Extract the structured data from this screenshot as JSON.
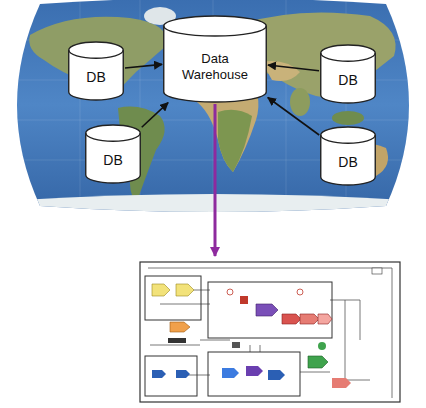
{
  "diagram": {
    "nodes": [
      {
        "text": [
          "Data Warehouse"
        ]
      },
      {
        "text": [
          "DB"
        ]
      },
      {
        "text": [
          "DB"
        ]
      },
      {
        "text": [
          "DB"
        ]
      },
      {
        "text": [
          "DB"
        ]
      }
    ],
    "edges": [
      {
        "from": 1,
        "to": 0,
        "arrow": "to"
      },
      {
        "from": 2,
        "to": 0,
        "arrow": "to"
      },
      {
        "from": 3,
        "to": 0,
        "arrow": "to"
      },
      {
        "from": 4,
        "to": 0,
        "arrow": "to"
      }
    ]
  }
}
